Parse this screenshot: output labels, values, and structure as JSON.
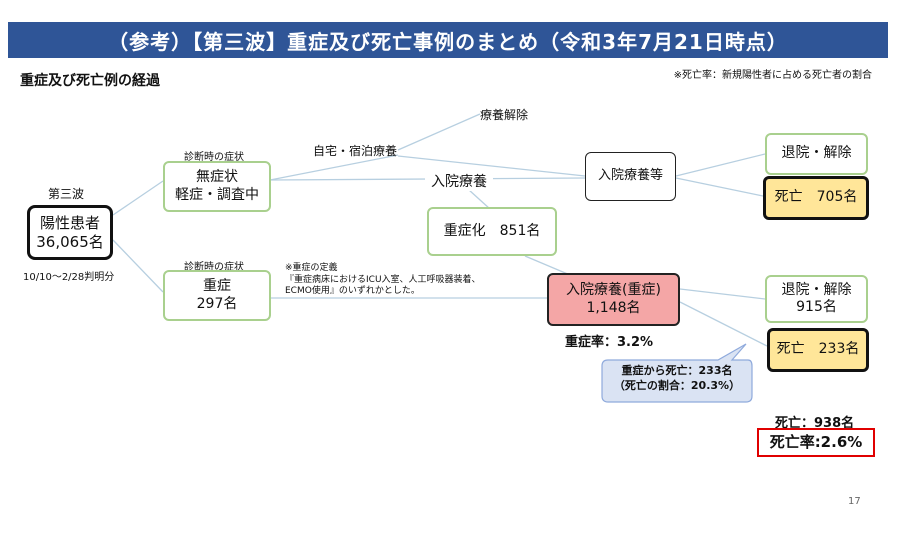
{
  "title": "（参考）【第三波】重症及び死亡事例のまとめ（令和3年7月21日時点）",
  "subtitle": "重症及び死亡例の経過",
  "note_top": "※死亡率：新規陽性者に占める死亡者の割合",
  "wave": {
    "label": "第三波",
    "box_line1": "陽性患者",
    "box_line2": "36,065名",
    "period": "10/10〜2/28判明分"
  },
  "symptom_label_upper": "診断時の症状",
  "symptom_upper_line1": "無症状",
  "symptom_upper_line2": "軽症・調査中",
  "symptom_label_lower": "診断時の症状",
  "symptom_lower_line1": "重症",
  "symptom_lower_line2": "297名",
  "home_label": "自宅・宿泊療養",
  "release_label": "療養解除",
  "hospital_label": "入院療養",
  "hospital_etc": "入院療養等",
  "severe_change": "重症化　851名",
  "severe_def": {
    "line1": "※重症の定義",
    "line2": "『重症病床におけるICU入室、人工呼吸器装着、",
    "line3": "ECMO使用』のいずれかとした。"
  },
  "severe_box_line1": "入院療養(重症)",
  "severe_box_line2": "1,148名",
  "severe_rate": "重症率：3.2%",
  "discharge_upper": "退院・解除",
  "death_upper": "死亡　705名",
  "discharge_lower_line1": "退院・解除",
  "discharge_lower_line2": "915名",
  "death_lower": "死亡　233名",
  "callout_line1": "重症から死亡：233名",
  "callout_line2": "（死亡の割合：20.3%）",
  "total_death": "死亡：938名",
  "death_rate": "死亡率:2.6%",
  "page_number": "17"
}
